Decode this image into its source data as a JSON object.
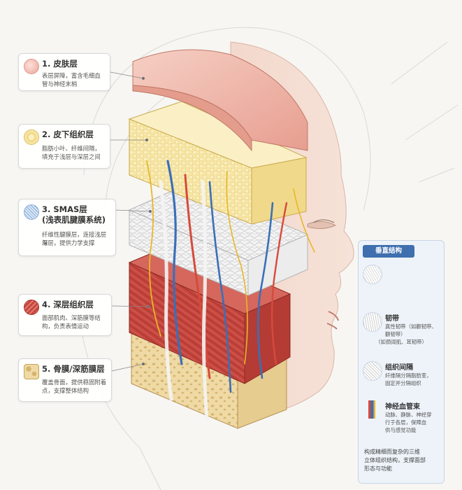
{
  "layers": [
    {
      "title": "1. 皮肤层",
      "desc": [
        "表层屏障，富含毛细血",
        "管与神经末梢"
      ],
      "icon": "skin-icon"
    },
    {
      "title": "2. 皮下组织层",
      "desc": [
        "脂肪小叶、纤维间隔，",
        "填充于浅层与深层之间"
      ],
      "icon": "fat-icon"
    },
    {
      "title": "3. SMAS层",
      "title2": "(浅表肌腱膜系统)",
      "desc": [
        "纤维性腱膜层，连接浅层与",
        "深层，提供力学支撑"
      ],
      "icon": "smas-mesh-icon"
    },
    {
      "title": "4. 深层组织层",
      "desc": [
        "面部肌肉、深筋膜等结",
        "构，负责表情运动"
      ],
      "icon": "muscle-icon"
    },
    {
      "title": "5. 骨膜/深筋膜层",
      "desc": [
        "覆盖骨面，提供稳固附着",
        "点，支撑整体结构"
      ],
      "icon": "bone-icon"
    }
  ],
  "panel": {
    "header": "垂直结构",
    "items": [
      {
        "title": "",
        "desc": [
          "",
          ""
        ],
        "icon": "fiber-icon"
      },
      {
        "title": "韧带",
        "desc": [
          "真性韧带（如颧韧带、",
          "颧韧带）",
          "（如颈阔肌、耳韧带）"
        ],
        "icon": "ligament-icon"
      },
      {
        "title": "组织间隔",
        "desc": [
          "纤维隔分隔脂肪室，",
          "固定并分隔组织"
        ],
        "icon": "septum-icon"
      },
      {
        "title": "神经血管束",
        "desc": [
          "动脉、静脉、神经穿",
          "行于各层，保障血",
          "供与感觉功能"
        ],
        "icon": "neurovascular-icon"
      }
    ],
    "footer": [
      "构成精细而复杂的三维",
      "立体组织结构，支撑面部",
      "形态与功能"
    ]
  },
  "colors": {
    "skin": "#f1b9ad",
    "fat": "#f6e5a3",
    "smas": "#f2f2f2",
    "muscle": "#c9483f",
    "bone": "#efdcab",
    "artery": "#d64a3b",
    "vein": "#3a6fb8",
    "nerve": "#e8b728"
  }
}
